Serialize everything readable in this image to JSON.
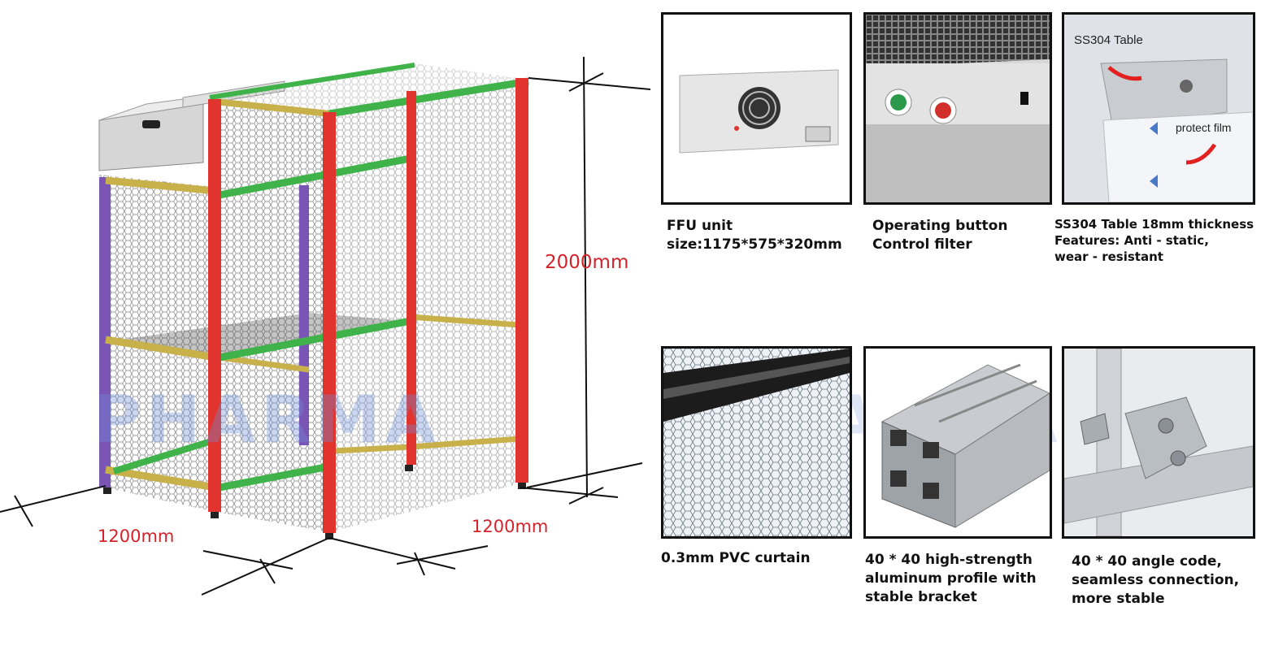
{
  "drawing": {
    "height_label": "2000mm",
    "width_left_label": "1200mm",
    "width_right_label": "1200mm",
    "watermark": "PHARMA"
  },
  "panels": [
    {
      "caption": "FFU unit\nsize:1175*575*320mm"
    },
    {
      "caption": "Operating button\nControl filter"
    },
    {
      "caption": "SS304 Table 18mm thickness\nFeatures: Anti - static,\nwear - resistant",
      "labels": {
        "table": "SS304 Table",
        "film": "protect film"
      }
    },
    {
      "caption": "0.3mm PVC curtain"
    },
    {
      "caption": "40 * 40 high-strength\naluminum profile with\nstable bracket"
    },
    {
      "caption": "40 * 40 angle code,\nseamless connection,\nmore stable"
    }
  ],
  "colors": {
    "frame_red": "#e2342f",
    "frame_green": "#3fb34a",
    "frame_yellow": "#c8b04a",
    "frame_purple": "#7a55b6",
    "dimension_red": "#d3232a"
  }
}
